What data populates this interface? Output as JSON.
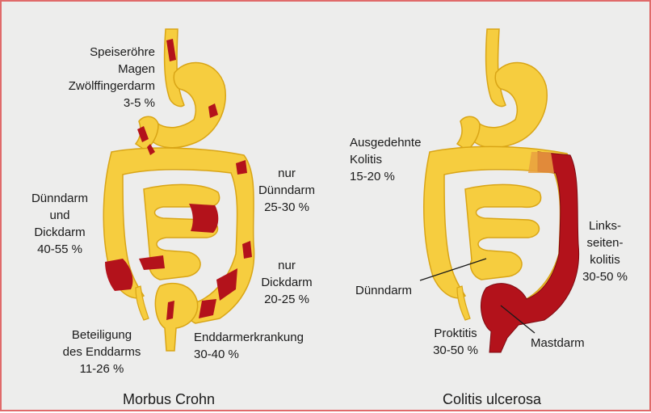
{
  "colors": {
    "background": "#ededec",
    "border": "#e06a6a",
    "organ_fill": "#f6cd3f",
    "organ_highlight": "#fbe78e",
    "organ_outline": "#d9a516",
    "disease_red": "#b3121b",
    "text": "#1a1a1a"
  },
  "crohn": {
    "caption": "Morbus Crohn",
    "upper_gi": "Speiseröhre\nMagen\nZwölffingerdarm\n3-5 %",
    "small_and_large": "Dünndarm\nund\nDickdarm\n40-55 %",
    "small_only": "nur\nDünndarm\n25-30 %",
    "large_only": "nur\nDickdarm\n20-25 %",
    "rectum_involvement": "Beteiligung\ndes Enddarms\n11-26 %",
    "rectal_disease": "Enddarmerkrankung\n30-40 %"
  },
  "colitis": {
    "caption": "Colitis ulcerosa",
    "extensive": "Ausgedehnte\nKolitis\n15-20 %",
    "left_sided": "Links-\nseiten-\nkolitis\n30-50 %",
    "small_intestine": "Dünndarm",
    "proctitis": "Proktitis\n30-50 %",
    "rectum": "Mastdarm"
  }
}
